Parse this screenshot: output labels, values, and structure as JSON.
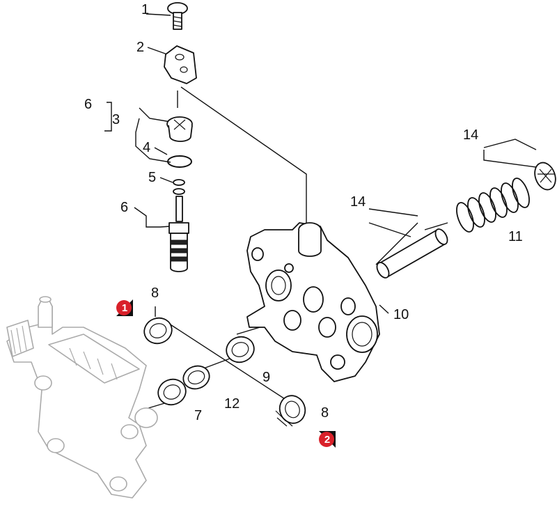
{
  "labels": {
    "l1": "1",
    "l2": "2",
    "l3": "3",
    "l4": "4",
    "l5": "5",
    "l6a": "6",
    "l6b": "6",
    "l7": "7",
    "l8a": "8",
    "l8b": "8",
    "l9": "9",
    "l10": "10",
    "l11": "11",
    "l12": "12",
    "l14a": "14",
    "l14b": "14"
  },
  "badges": {
    "b1": "1",
    "b2": "2"
  },
  "colors": {
    "badge_fill": "#d9212a",
    "badge_shadow": "#111111",
    "line": "#111111",
    "ghost": "#aaaaaa"
  }
}
